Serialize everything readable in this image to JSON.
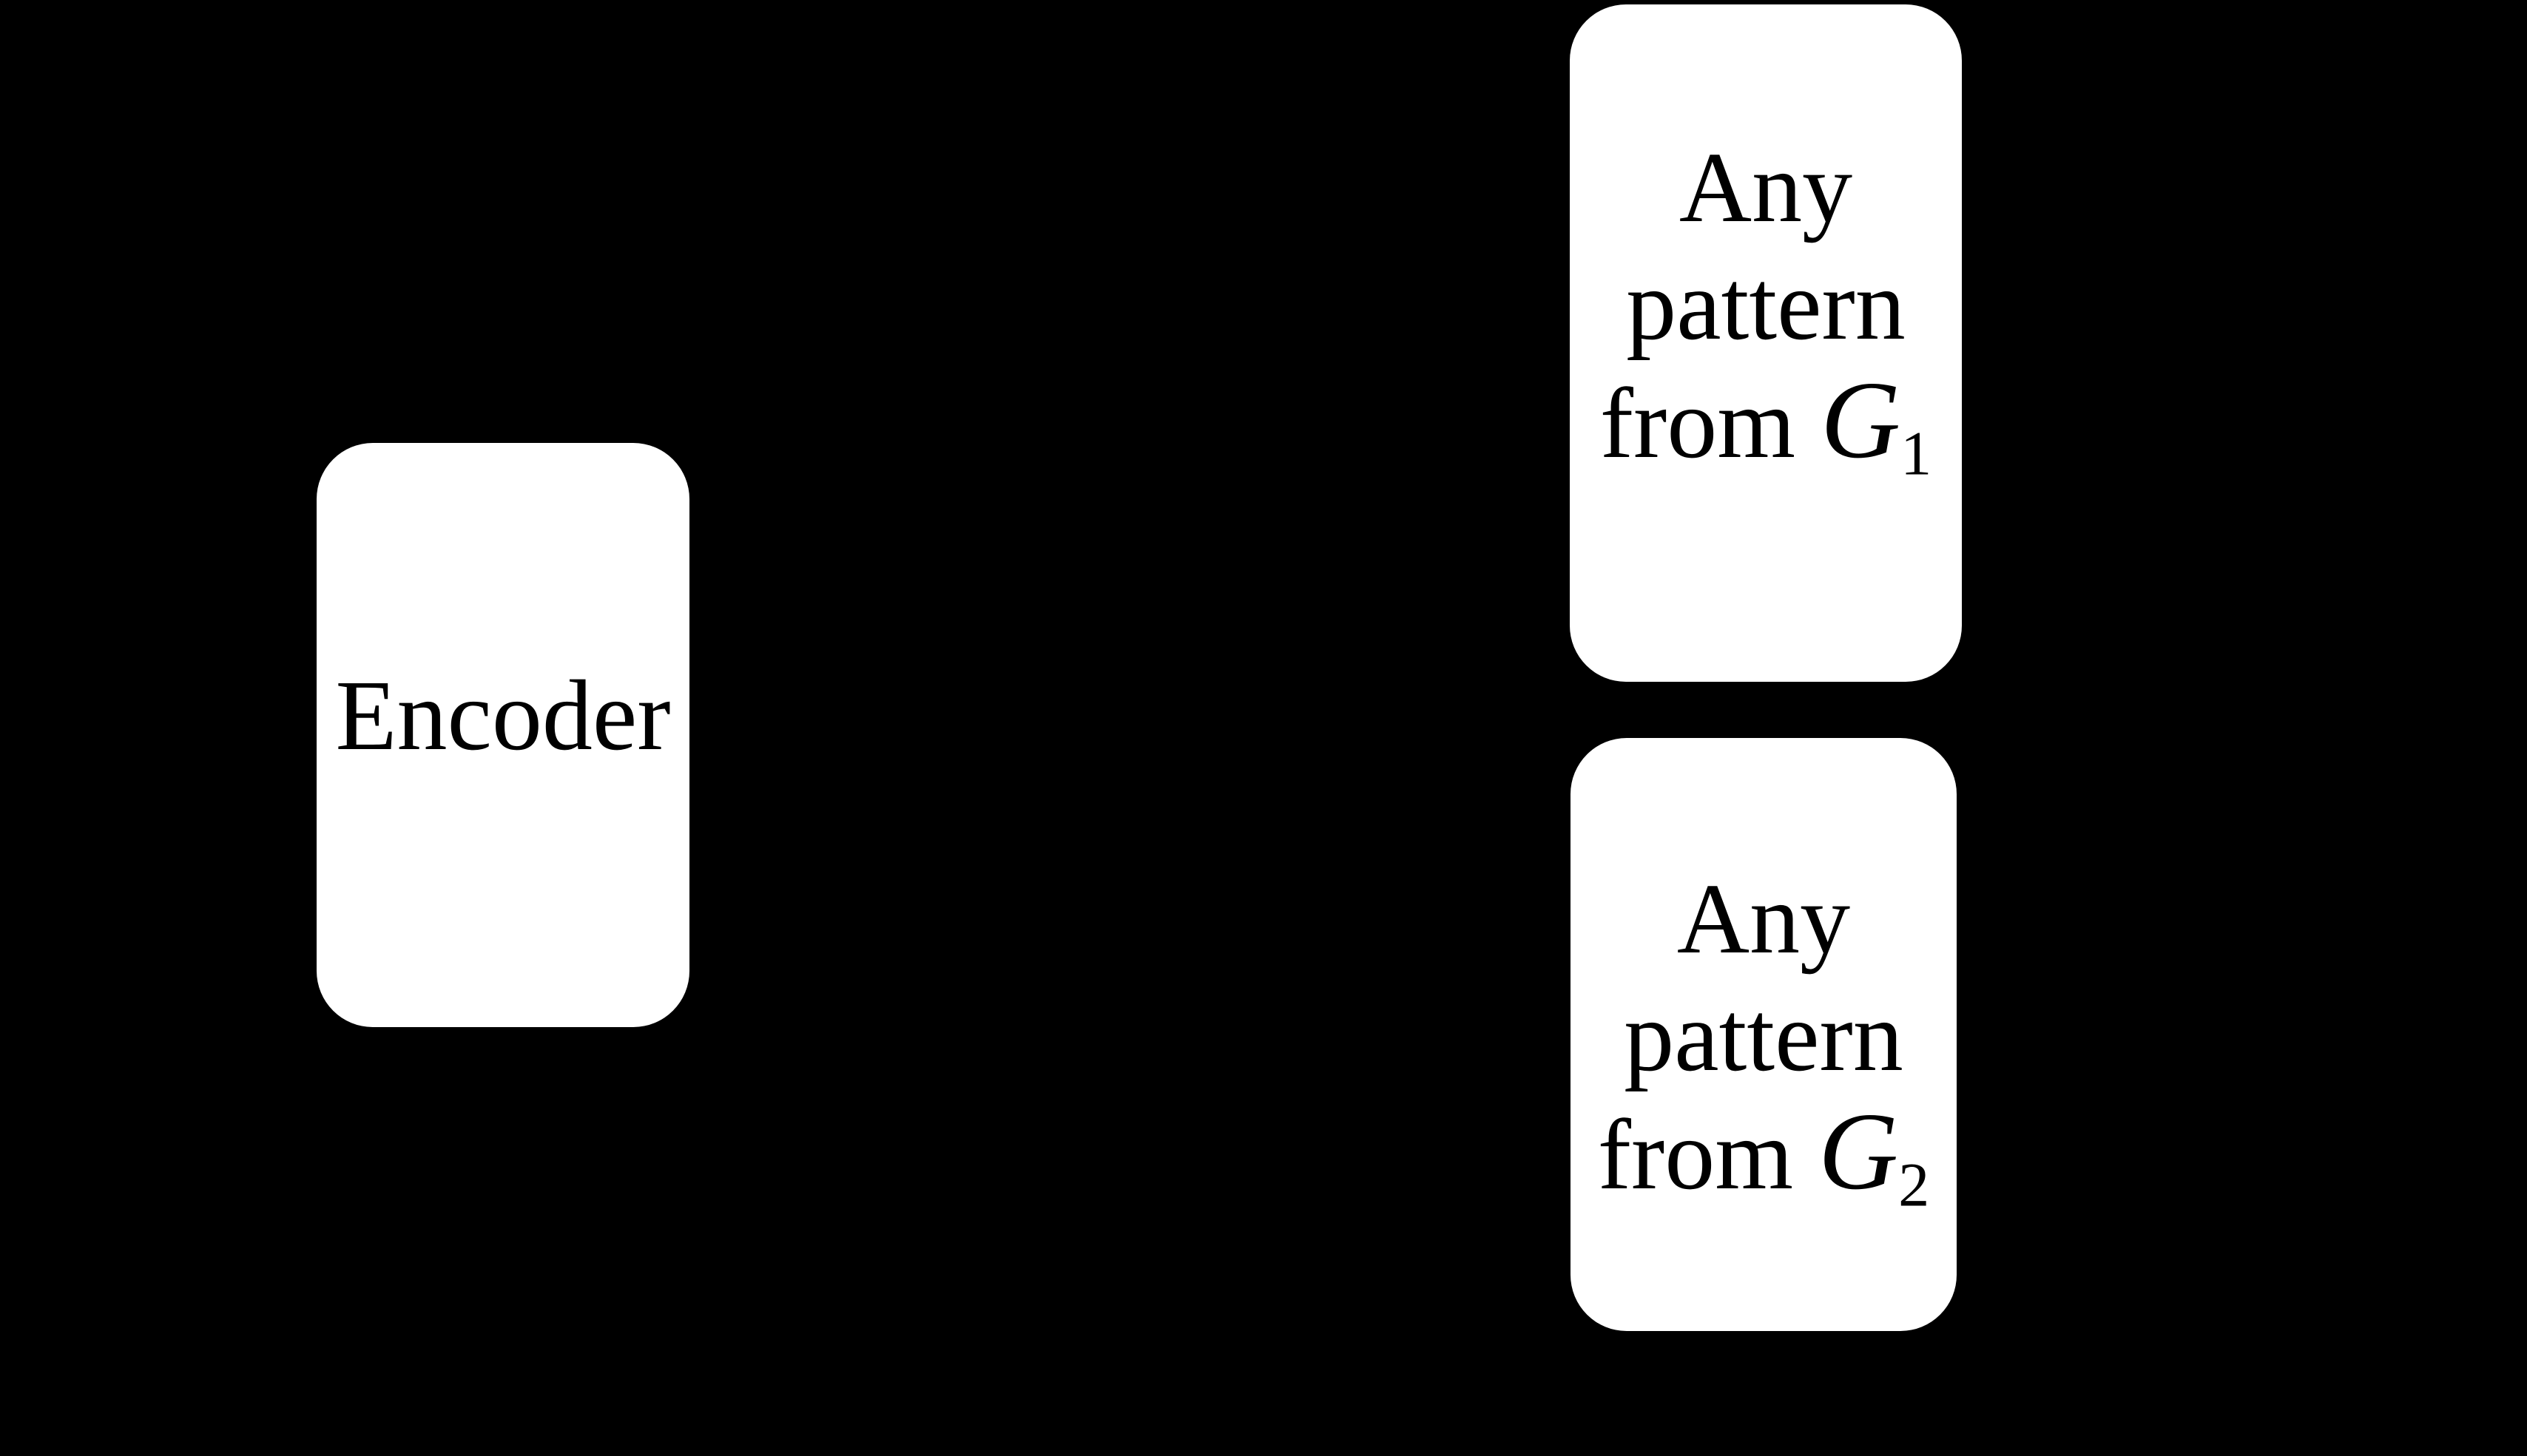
{
  "figure": {
    "background_color": "#000000",
    "box_fill_color": "#ffffff",
    "text_color": "#000000"
  },
  "boxes": {
    "encoder": {
      "label": "Encoder"
    },
    "pattern_g1": {
      "full_label": "Any pattern from 𝒢₁",
      "line1": "Any",
      "line2": "pattern",
      "line3_prefix": "from",
      "symbol": "𝒢",
      "symbol_display": "G",
      "subscript": "1"
    },
    "pattern_g2": {
      "full_label": "Any pattern from 𝒢₂",
      "line1": "Any",
      "line2": "pattern",
      "line3_prefix": "from",
      "symbol": "𝒢",
      "symbol_display": "G",
      "subscript": "2"
    }
  }
}
